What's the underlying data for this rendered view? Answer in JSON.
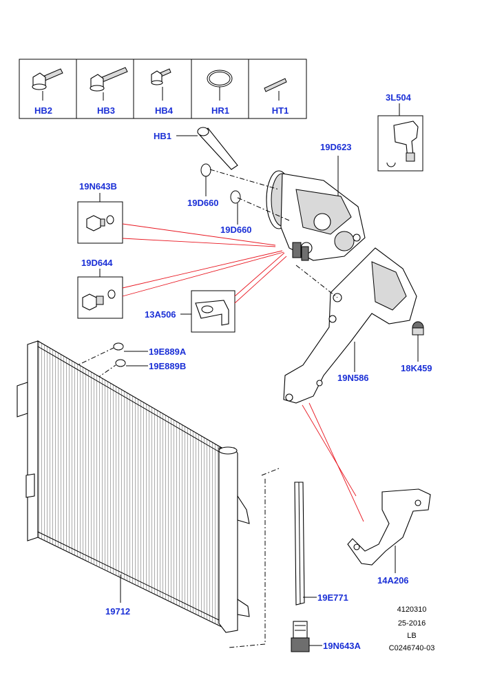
{
  "fastener_table": [
    "HB2",
    "HB3",
    "HB4",
    "HR1",
    "HT1"
  ],
  "parts": {
    "hb1": "HB1",
    "p3l504": "3L504",
    "p19d623": "19D623",
    "p19n643b": "19N643B",
    "p19d660a": "19D660",
    "p19d660b": "19D660",
    "p19d644": "19D644",
    "p13a506": "13A506",
    "p19e889a": "19E889A",
    "p19e889b": "19E889B",
    "p19n586": "19N586",
    "p18k459": "18K459",
    "p14a206": "14A206",
    "p19712": "19712",
    "p19e771": "19E771",
    "p19n643a": "19N643A"
  },
  "footer": {
    "line1": "4120310",
    "line2": "25-2016",
    "line3": "LB",
    "line4": "C0246740-03"
  },
  "colors": {
    "label": "#1a2fd6",
    "leader_red": "#e8141e"
  }
}
